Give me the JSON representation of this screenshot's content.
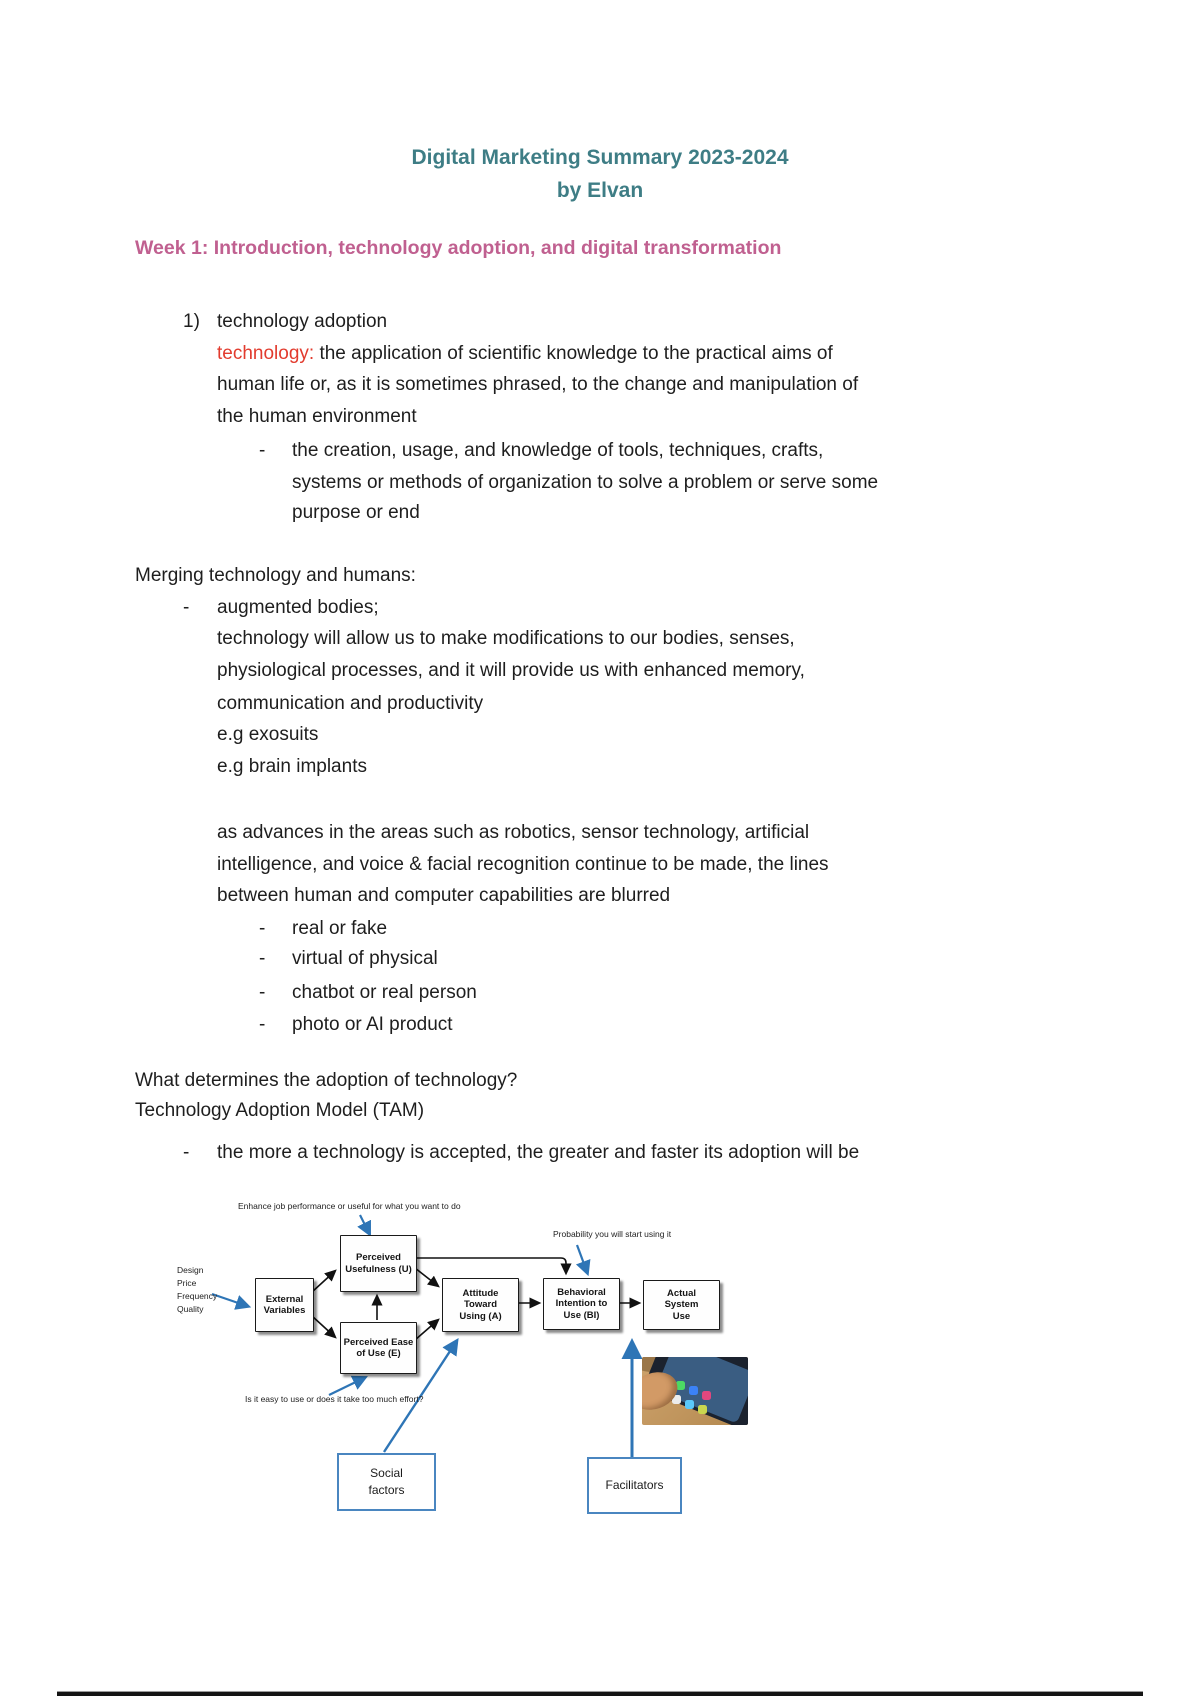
{
  "document": {
    "title": "Digital Marketing Summary 2023-2024",
    "subtitle": "by Elvan",
    "week_heading": "Week 1: Introduction, technology adoption, and digital transformation",
    "bullet_marker": "-",
    "numbered_item": {
      "number": "1)",
      "label": "technology adoption"
    },
    "definition": {
      "term": "technology:",
      "line1_rest": " the application of scientific knowledge to the practical aims of",
      "line2": "human life or, as it is sometimes phrased, to the change and manipulation of",
      "line3": "the human environment"
    },
    "definition_bullet": {
      "line1": "the creation, usage, and knowledge of tools, techniques, crafts,",
      "line2": "systems or methods of organization to solve a problem or serve some",
      "line3": "purpose or end"
    },
    "merging": {
      "heading": "Merging technology and humans:",
      "bullet1": "augmented bodies;",
      "line1": "technology will allow us to make modifications to our bodies, senses,",
      "line2": "physiological processes, and it will provide us with enhanced memory,",
      "line3": "communication and productivity",
      "eg1": "e.g exosuits",
      "eg2": "e.g brain implants"
    },
    "advances": {
      "line1": "as advances in the areas such as robotics, sensor technology, artificial",
      "line2": "intelligence, and voice & facial recognition continue to be made, the lines",
      "line3": "between human and computer capabilities are blurred",
      "bullets": [
        "real or fake",
        "virtual of physical",
        "chatbot or real person",
        "photo or AI product"
      ]
    },
    "tam": {
      "question": "What determines the adoption of technology?",
      "model_name": "Technology Adoption Model (TAM)",
      "bullet": "the more a technology is accepted, the greater and faster its adoption will be"
    }
  },
  "diagram": {
    "annotation_top": "Enhance job performance or useful for what you want to do",
    "annotation_left": [
      "Design",
      "Price",
      "Frequency",
      "Quality"
    ],
    "annotation_right": "Probability you will start using it",
    "annotation_bottom": "Is it easy to use or does it take too much effort?",
    "boxes": {
      "external": "External Variables",
      "usefulness": "Perceived Usefulness (U)",
      "ease": "Perceived Ease of Use (E)",
      "attitude": "Attitude Toward Using (A)",
      "intention": "Behavioral Intention to Use (BI)",
      "actual": "Actual System Use",
      "social": "Social factors",
      "facilitators": "Facilitators"
    }
  },
  "colors": {
    "title_teal": "#3e7d85",
    "week_pink": "#c06090",
    "term_red": "#e23b2e",
    "arrow_blue": "#2e75b6",
    "blue_box_border": "#4a86c0"
  }
}
